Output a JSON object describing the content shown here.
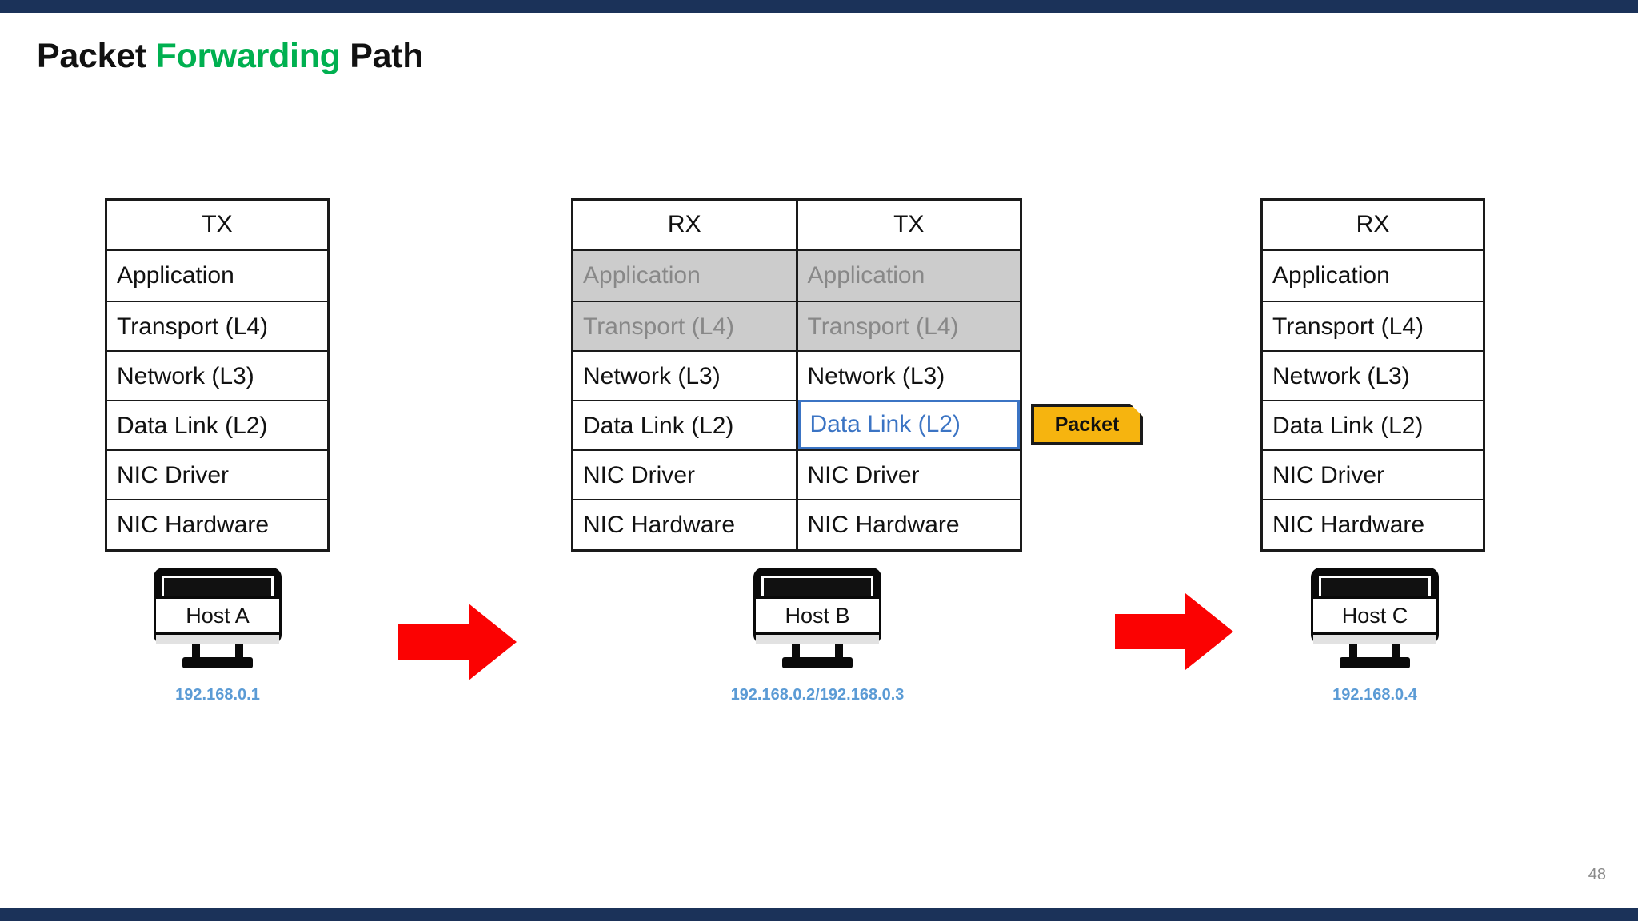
{
  "slide": {
    "title_part1": "Packet ",
    "title_accent": "Forwarding",
    "title_part2": " Path",
    "page_number": "48",
    "accent_color": "#00b050",
    "bar_color": "#1b3259"
  },
  "packet_badge": {
    "label": "Packet",
    "fill_color": "#f6b40f",
    "border_color": "#1a1a1a"
  },
  "highlight": {
    "border_color": "#3b74c4",
    "text_color": "#3b74c4"
  },
  "dimmed": {
    "bg_color": "#cccccc",
    "text_color": "#888888"
  },
  "arrow": {
    "color": "#fb0202",
    "name": "right-arrow"
  },
  "stacks": [
    {
      "id": "host-a",
      "headers": [
        "TX"
      ],
      "columns": [
        {
          "direction": "TX",
          "layers": [
            {
              "label": "Application",
              "state": "normal"
            },
            {
              "label": "Transport (L4)",
              "state": "normal"
            },
            {
              "label": "Network   (L3)",
              "state": "normal"
            },
            {
              "label": "Data Link (L2)",
              "state": "normal"
            },
            {
              "label": "NIC Driver",
              "state": "normal"
            },
            {
              "label": "NIC Hardware",
              "state": "normal"
            }
          ]
        }
      ]
    },
    {
      "id": "host-b",
      "headers": [
        "RX",
        "TX"
      ],
      "columns": [
        {
          "direction": "RX",
          "layers": [
            {
              "label": "Application",
              "state": "dimmed"
            },
            {
              "label": "Transport (L4)",
              "state": "dimmed"
            },
            {
              "label": "Network   (L3)",
              "state": "normal"
            },
            {
              "label": "Data Link (L2)",
              "state": "normal"
            },
            {
              "label": "NIC Driver",
              "state": "normal"
            },
            {
              "label": "NIC Hardware",
              "state": "normal"
            }
          ]
        },
        {
          "direction": "TX",
          "layers": [
            {
              "label": "Application",
              "state": "dimmed"
            },
            {
              "label": "Transport (L4)",
              "state": "dimmed"
            },
            {
              "label": "Network   (L3)",
              "state": "normal"
            },
            {
              "label": "Data Link (L2)",
              "state": "highlighted"
            },
            {
              "label": "NIC Driver",
              "state": "normal"
            },
            {
              "label": "NIC Hardware",
              "state": "normal"
            }
          ]
        }
      ]
    },
    {
      "id": "host-c",
      "headers": [
        "RX"
      ],
      "columns": [
        {
          "direction": "RX",
          "layers": [
            {
              "label": "Application",
              "state": "normal"
            },
            {
              "label": "Transport (L4)",
              "state": "normal"
            },
            {
              "label": "Network   (L3)",
              "state": "normal"
            },
            {
              "label": "Data Link (L2)",
              "state": "normal"
            },
            {
              "label": "NIC Driver",
              "state": "normal"
            },
            {
              "label": "NIC Hardware",
              "state": "normal"
            }
          ]
        }
      ]
    }
  ],
  "hosts": [
    {
      "name": "Host A",
      "ip": "192.168.0.1"
    },
    {
      "name": "Host B",
      "ip": "192.168.0.2/192.168.0.3"
    },
    {
      "name": "Host C",
      "ip": "192.168.0.4"
    }
  ]
}
